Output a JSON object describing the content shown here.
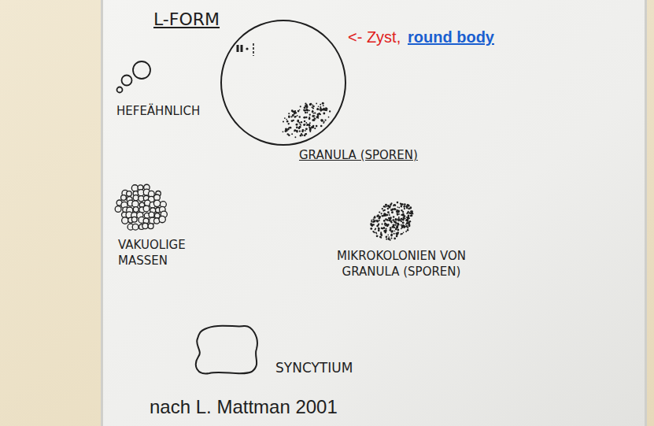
{
  "diagram": {
    "title": "L-FORM",
    "caption": "nach L. Mattman 2001",
    "nodes": [
      {
        "text": [
          "GRANULA (SPOREN)"
        ]
      },
      {
        "text": [
          "HEFEÄHNLICH"
        ]
      },
      {
        "text": [
          "VAKUOLIGE MASSEN"
        ]
      },
      {
        "text": [
          "MIKROKOLONIEN VON GRANULA (SPOREN)"
        ]
      },
      {
        "text": [
          "SYNCYTIUM"
        ]
      }
    ],
    "labels": [
      "<- Zyst,",
      "round body"
    ]
  }
}
